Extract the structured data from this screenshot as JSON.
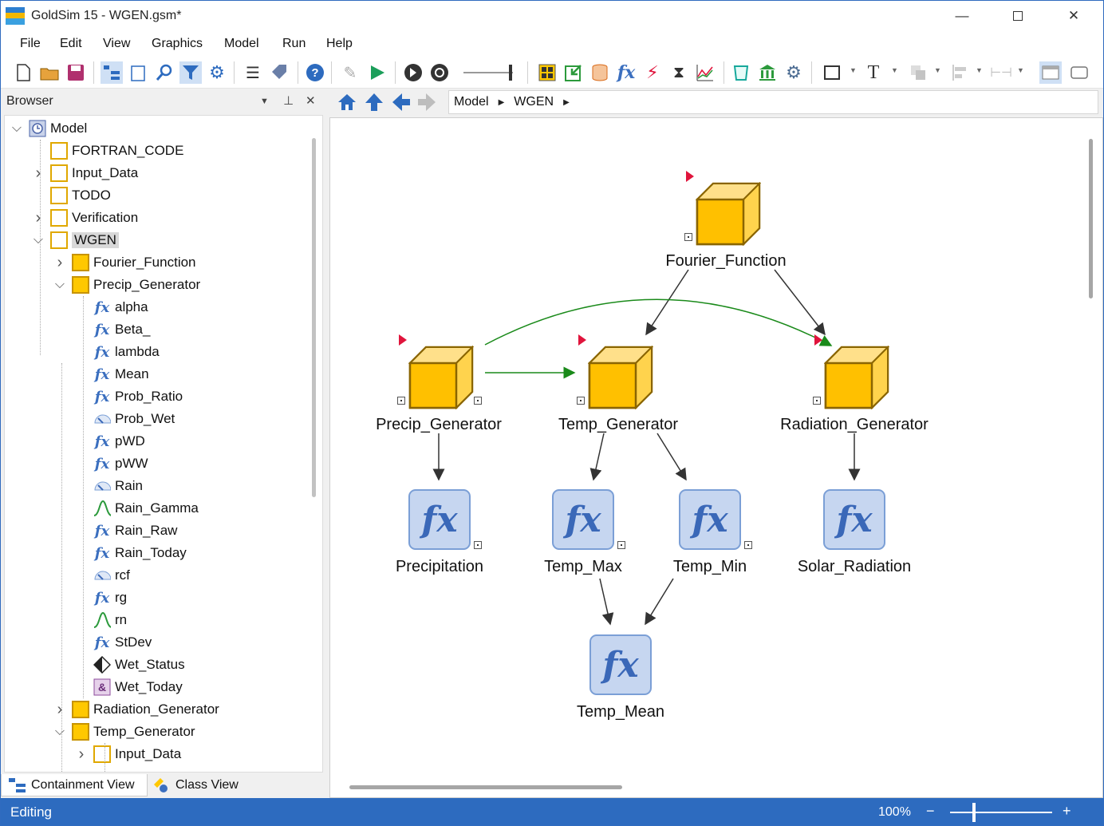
{
  "window": {
    "title": "GoldSim 15  - WGEN.gsm*"
  },
  "menu": [
    "File",
    "Edit",
    "View",
    "Graphics",
    "Model",
    "Run",
    "Help"
  ],
  "browser": {
    "title": "Browser"
  },
  "tree": [
    {
      "label": "Model",
      "level": 0,
      "icon": "model-icon",
      "exp": "open"
    },
    {
      "label": "FORTRAN_CODE",
      "level": 1,
      "icon": "container-outline-icon",
      "exp": ""
    },
    {
      "label": "Input_Data",
      "level": 1,
      "icon": "container-outline-icon",
      "exp": "closed"
    },
    {
      "label": "TODO",
      "level": 1,
      "icon": "container-outline-icon",
      "exp": ""
    },
    {
      "label": "Verification",
      "level": 1,
      "icon": "container-outline-icon",
      "exp": "closed"
    },
    {
      "label": "WGEN",
      "level": 1,
      "icon": "container-outline-icon",
      "exp": "open",
      "selected": true
    },
    {
      "label": "Fourier_Function",
      "level": 2,
      "icon": "container-filled-icon",
      "exp": "closed"
    },
    {
      "label": "Precip_Generator",
      "level": 2,
      "icon": "container-filled-icon",
      "exp": "open"
    },
    {
      "label": "alpha",
      "level": 3,
      "icon": "expression-icon",
      "exp": ""
    },
    {
      "label": "Beta_",
      "level": 3,
      "icon": "expression-icon",
      "exp": ""
    },
    {
      "label": "lambda",
      "level": 3,
      "icon": "expression-icon",
      "exp": ""
    },
    {
      "label": "Mean",
      "level": 3,
      "icon": "expression-icon",
      "exp": ""
    },
    {
      "label": "Prob_Ratio",
      "level": 3,
      "icon": "expression-icon",
      "exp": ""
    },
    {
      "label": "Prob_Wet",
      "level": 3,
      "icon": "gauge-icon",
      "exp": ""
    },
    {
      "label": "pWD",
      "level": 3,
      "icon": "expression-icon",
      "exp": ""
    },
    {
      "label": "pWW",
      "level": 3,
      "icon": "expression-icon",
      "exp": ""
    },
    {
      "label": "Rain",
      "level": 3,
      "icon": "gauge-icon",
      "exp": ""
    },
    {
      "label": "Rain_Gamma",
      "level": 3,
      "icon": "distribution-icon",
      "exp": ""
    },
    {
      "label": "Rain_Raw",
      "level": 3,
      "icon": "expression-icon",
      "exp": ""
    },
    {
      "label": "Rain_Today",
      "level": 3,
      "icon": "expression-icon",
      "exp": ""
    },
    {
      "label": "rcf",
      "level": 3,
      "icon": "gauge-icon",
      "exp": ""
    },
    {
      "label": "rg",
      "level": 3,
      "icon": "expression-icon",
      "exp": ""
    },
    {
      "label": "rn",
      "level": 3,
      "icon": "distribution-icon",
      "exp": ""
    },
    {
      "label": "StDev",
      "level": 3,
      "icon": "expression-icon",
      "exp": ""
    },
    {
      "label": "Wet_Status",
      "level": 3,
      "icon": "status-diamond-icon",
      "exp": ""
    },
    {
      "label": "Wet_Today",
      "level": 3,
      "icon": "and-gate-icon",
      "exp": ""
    },
    {
      "label": "Radiation_Generator",
      "level": 2,
      "icon": "container-filled-icon",
      "exp": "closed"
    },
    {
      "label": "Temp_Generator",
      "level": 2,
      "icon": "container-filled-icon",
      "exp": "open"
    },
    {
      "label": "Input_Data",
      "level": 3,
      "icon": "container-outline-icon",
      "exp": "closed"
    }
  ],
  "tabs": {
    "containment": "Containment View",
    "class": "Class View"
  },
  "breadcrumb": [
    "Model",
    "WGEN"
  ],
  "graph": {
    "containers": [
      {
        "id": "fourier",
        "label": "Fourier_Function"
      },
      {
        "id": "precip",
        "label": "Precip_Generator"
      },
      {
        "id": "temp",
        "label": "Temp_Generator"
      },
      {
        "id": "rad",
        "label": "Radiation_Generator"
      }
    ],
    "expressions": [
      {
        "id": "precipitation",
        "label": "Precipitation"
      },
      {
        "id": "tmax",
        "label": "Temp_Max"
      },
      {
        "id": "tmin",
        "label": "Temp_Min"
      },
      {
        "id": "solar",
        "label": "Solar_Radiation"
      },
      {
        "id": "tmean",
        "label": "Temp_Mean"
      }
    ],
    "fx_symbol": "fx"
  },
  "status": {
    "text": "Editing",
    "zoom": "100%"
  },
  "colors": {
    "accent": "#2d6bbf",
    "container": "#ffc800",
    "expression": "#c6d6f0",
    "flag": "#e0143c",
    "link_green": "#1a8a1a"
  }
}
